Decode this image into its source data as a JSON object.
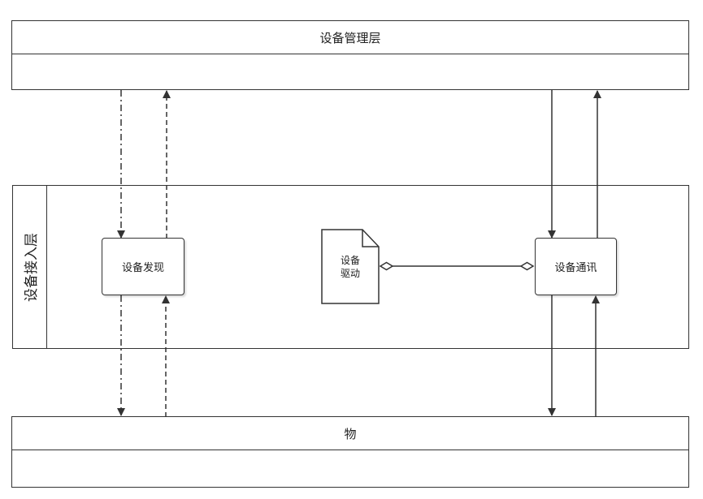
{
  "layers": {
    "management": {
      "title": "设备管理层"
    },
    "access": {
      "title": "设备接入层"
    },
    "things": {
      "title": "物"
    }
  },
  "nodes": {
    "discovery": {
      "label": "设备发现"
    },
    "driver": {
      "label_line1": "设备",
      "label_line2": "驱动"
    },
    "communication": {
      "label": "设备通讯"
    }
  },
  "colors": {
    "line": "#333333",
    "fill": "#ffffff"
  }
}
